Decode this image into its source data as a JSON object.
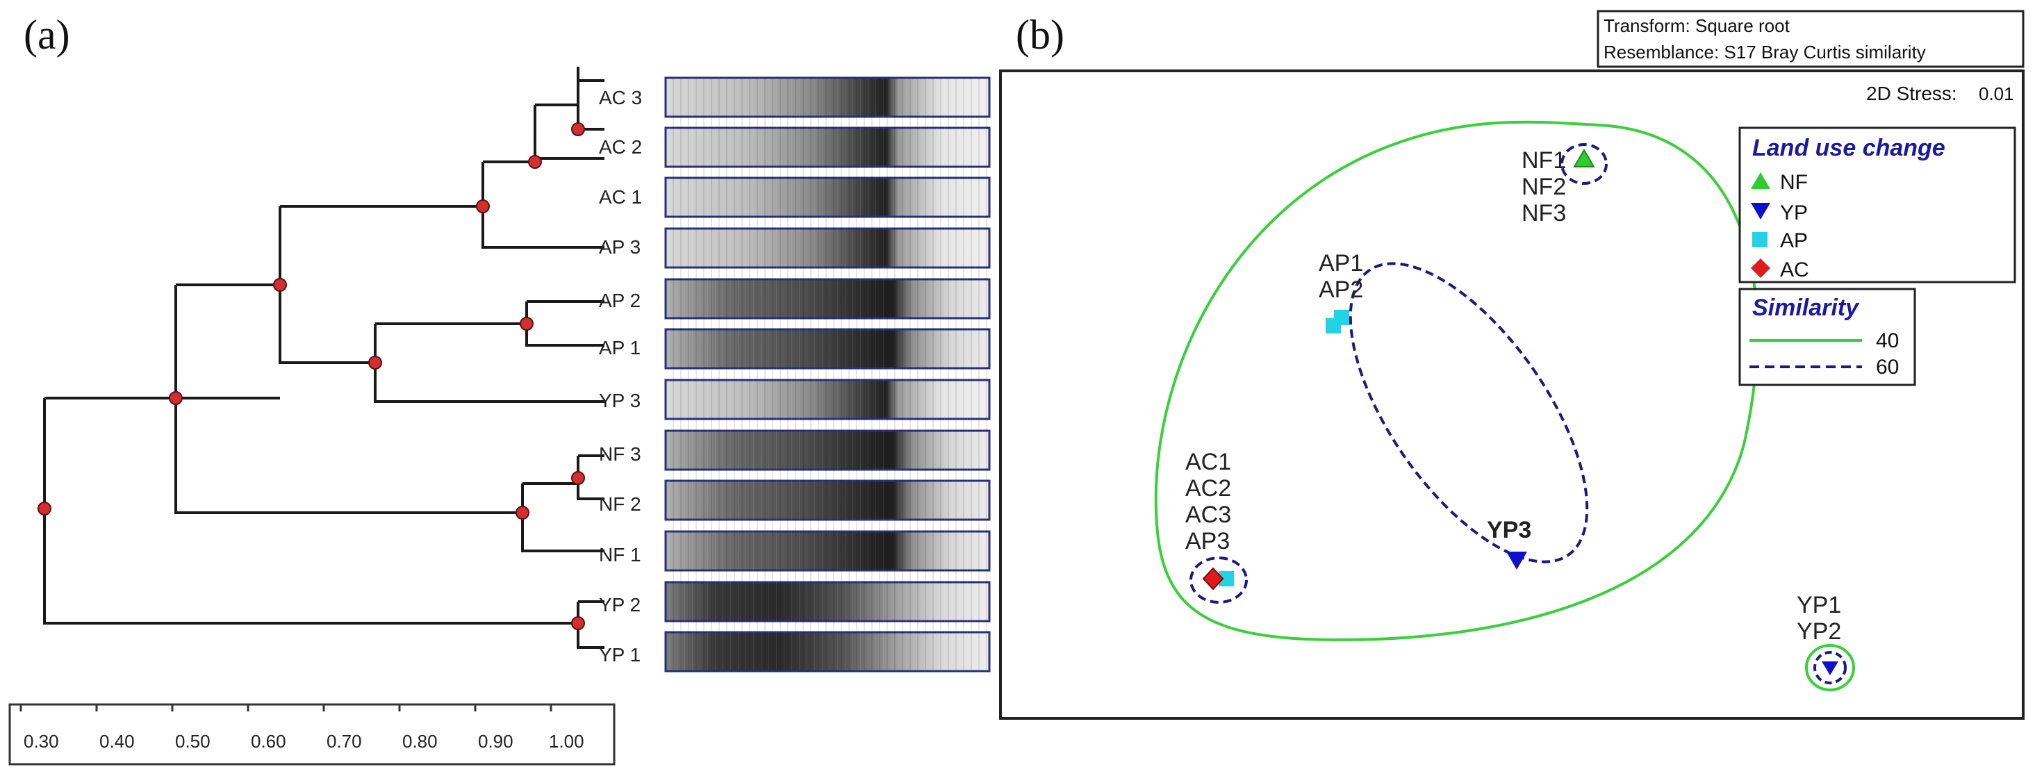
{
  "panel_a": {
    "letter": "(a)",
    "axis_ticks": [
      "0.30",
      "0.40",
      "0.50",
      "0.60",
      "0.70",
      "0.80",
      "0.90",
      "1.00"
    ],
    "leaves": [
      "AC 3",
      "AC 2",
      "AC 1",
      "AP 3",
      "AP 2",
      "AP 1",
      "YP 3",
      "NF 3",
      "NF 2",
      "NF 1",
      "YP 2",
      "YP 1"
    ]
  },
  "panel_b": {
    "letter": "(b)",
    "info": {
      "transform": "Transform: Square root",
      "resemblance": "Resemblance: S17 Bray Curtis similarity"
    },
    "stress": {
      "label": "2D Stress:",
      "value": "0.01"
    },
    "legend_groups": {
      "title": "Land use change",
      "items": [
        {
          "label": "NF",
          "color": "#2ecc2e",
          "marker": "triangle-up"
        },
        {
          "label": "YP",
          "color": "#1010c8",
          "marker": "triangle-down"
        },
        {
          "label": "AP",
          "color": "#22d3e6",
          "marker": "square"
        },
        {
          "label": "AC",
          "color": "#e01b1b",
          "marker": "diamond"
        }
      ]
    },
    "legend_similarity": {
      "title": "Similarity",
      "items": [
        {
          "label": "40",
          "color": "#2ecc2e",
          "style": "solid"
        },
        {
          "label": "60",
          "color": "#1a1a80",
          "style": "dashed"
        }
      ]
    },
    "sample_labels": {
      "nf": [
        "NF1",
        "NF2",
        "NF3"
      ],
      "ap": [
        "AP1",
        "AP2"
      ],
      "ac": [
        "AC1",
        "AC2",
        "AC3",
        "AP3"
      ],
      "yp3": "YP3",
      "yp": [
        "YP1",
        "YP2"
      ]
    }
  }
}
